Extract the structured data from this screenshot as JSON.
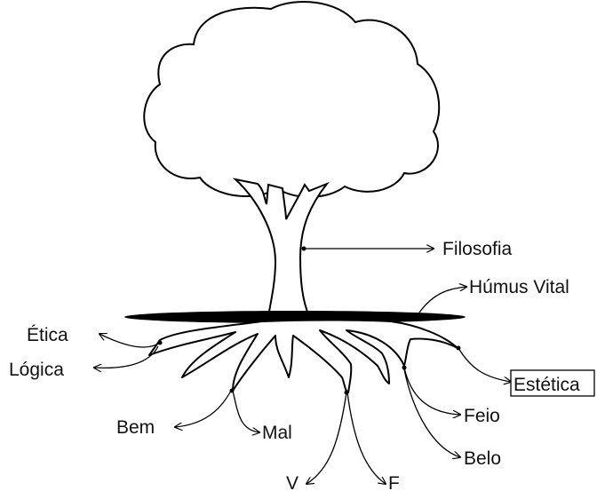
{
  "labels": {
    "filosofia": "Filosofia",
    "humus_vital": "Húmus Vital",
    "etica": "Ética",
    "logica": "Lógica",
    "estetica": "Estética",
    "bem": "Bem",
    "mal": "Mal",
    "feio": "Feio",
    "belo": "Belo",
    "v": "V",
    "f": "F"
  },
  "colors": {
    "line": "#000000",
    "ground": "#000000",
    "background": "#ffffff"
  }
}
